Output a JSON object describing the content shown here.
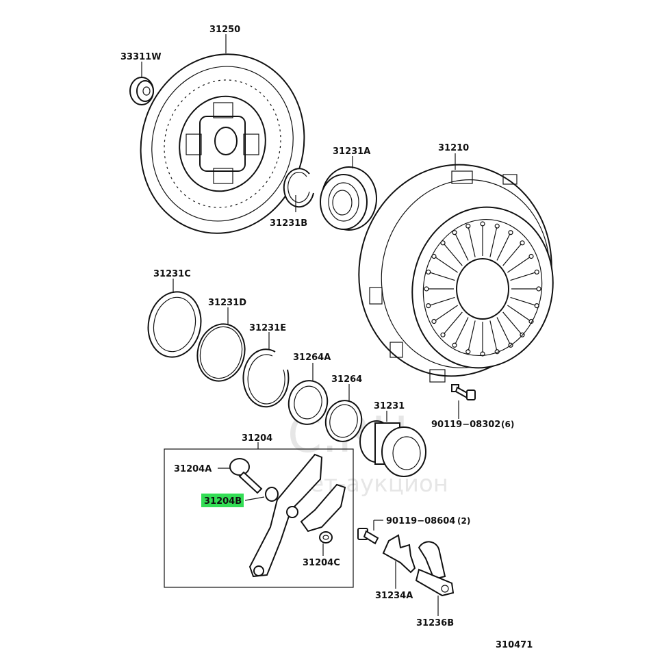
{
  "diagram_id": "310471",
  "watermark": {
    "text_1": "C.RU",
    "text_2": "нет-аукцион"
  },
  "highlight_color": "#33dd55",
  "parts": [
    {
      "id": "p-31250",
      "label": "31250"
    },
    {
      "id": "p-33311w",
      "label": "33311W"
    },
    {
      "id": "p-31231a",
      "label": "31231A"
    },
    {
      "id": "p-31231b",
      "label": "31231B"
    },
    {
      "id": "p-31210",
      "label": "31210"
    },
    {
      "id": "p-31231c",
      "label": "31231C"
    },
    {
      "id": "p-31231d",
      "label": "31231D"
    },
    {
      "id": "p-31231e",
      "label": "31231E"
    },
    {
      "id": "p-31264a",
      "label": "31264A"
    },
    {
      "id": "p-31264",
      "label": "31264"
    },
    {
      "id": "p-31231",
      "label": "31231"
    },
    {
      "id": "p-90119-08302",
      "label": "90119−08302",
      "qty": "(6)"
    },
    {
      "id": "p-31204",
      "label": "31204"
    },
    {
      "id": "p-31204a",
      "label": "31204A"
    },
    {
      "id": "p-31204b",
      "label": "31204B",
      "highlighted": true
    },
    {
      "id": "p-31204c",
      "label": "31204C"
    },
    {
      "id": "p-90119-08604",
      "label": "90119−08604",
      "qty": "(2)"
    },
    {
      "id": "p-31234a",
      "label": "31234A"
    },
    {
      "id": "p-31236b",
      "label": "31236B"
    }
  ]
}
